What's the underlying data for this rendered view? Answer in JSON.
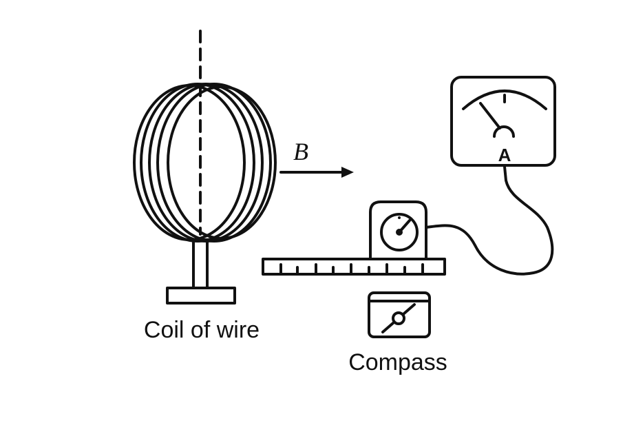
{
  "labels": {
    "coil": "Coil of wire",
    "compass": "Compass",
    "field": "B",
    "ammeter": "A"
  },
  "colors": {
    "ink": "#111111",
    "background": "#ffffff"
  }
}
